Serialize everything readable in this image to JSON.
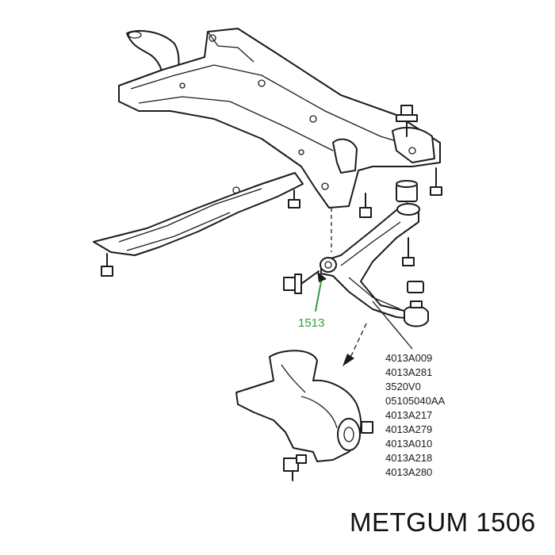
{
  "callout": {
    "label": "1513"
  },
  "part_numbers": [
    "4013A009",
    "4013A281",
    "3520V0",
    "05105040AA",
    "4013A217",
    "4013A279",
    "4013A010",
    "4013A218",
    "4013A280"
  ],
  "brand": {
    "text": "METGUM 1506"
  },
  "colors": {
    "callout": "#2f9e3f",
    "line": "#1b1b1b"
  }
}
